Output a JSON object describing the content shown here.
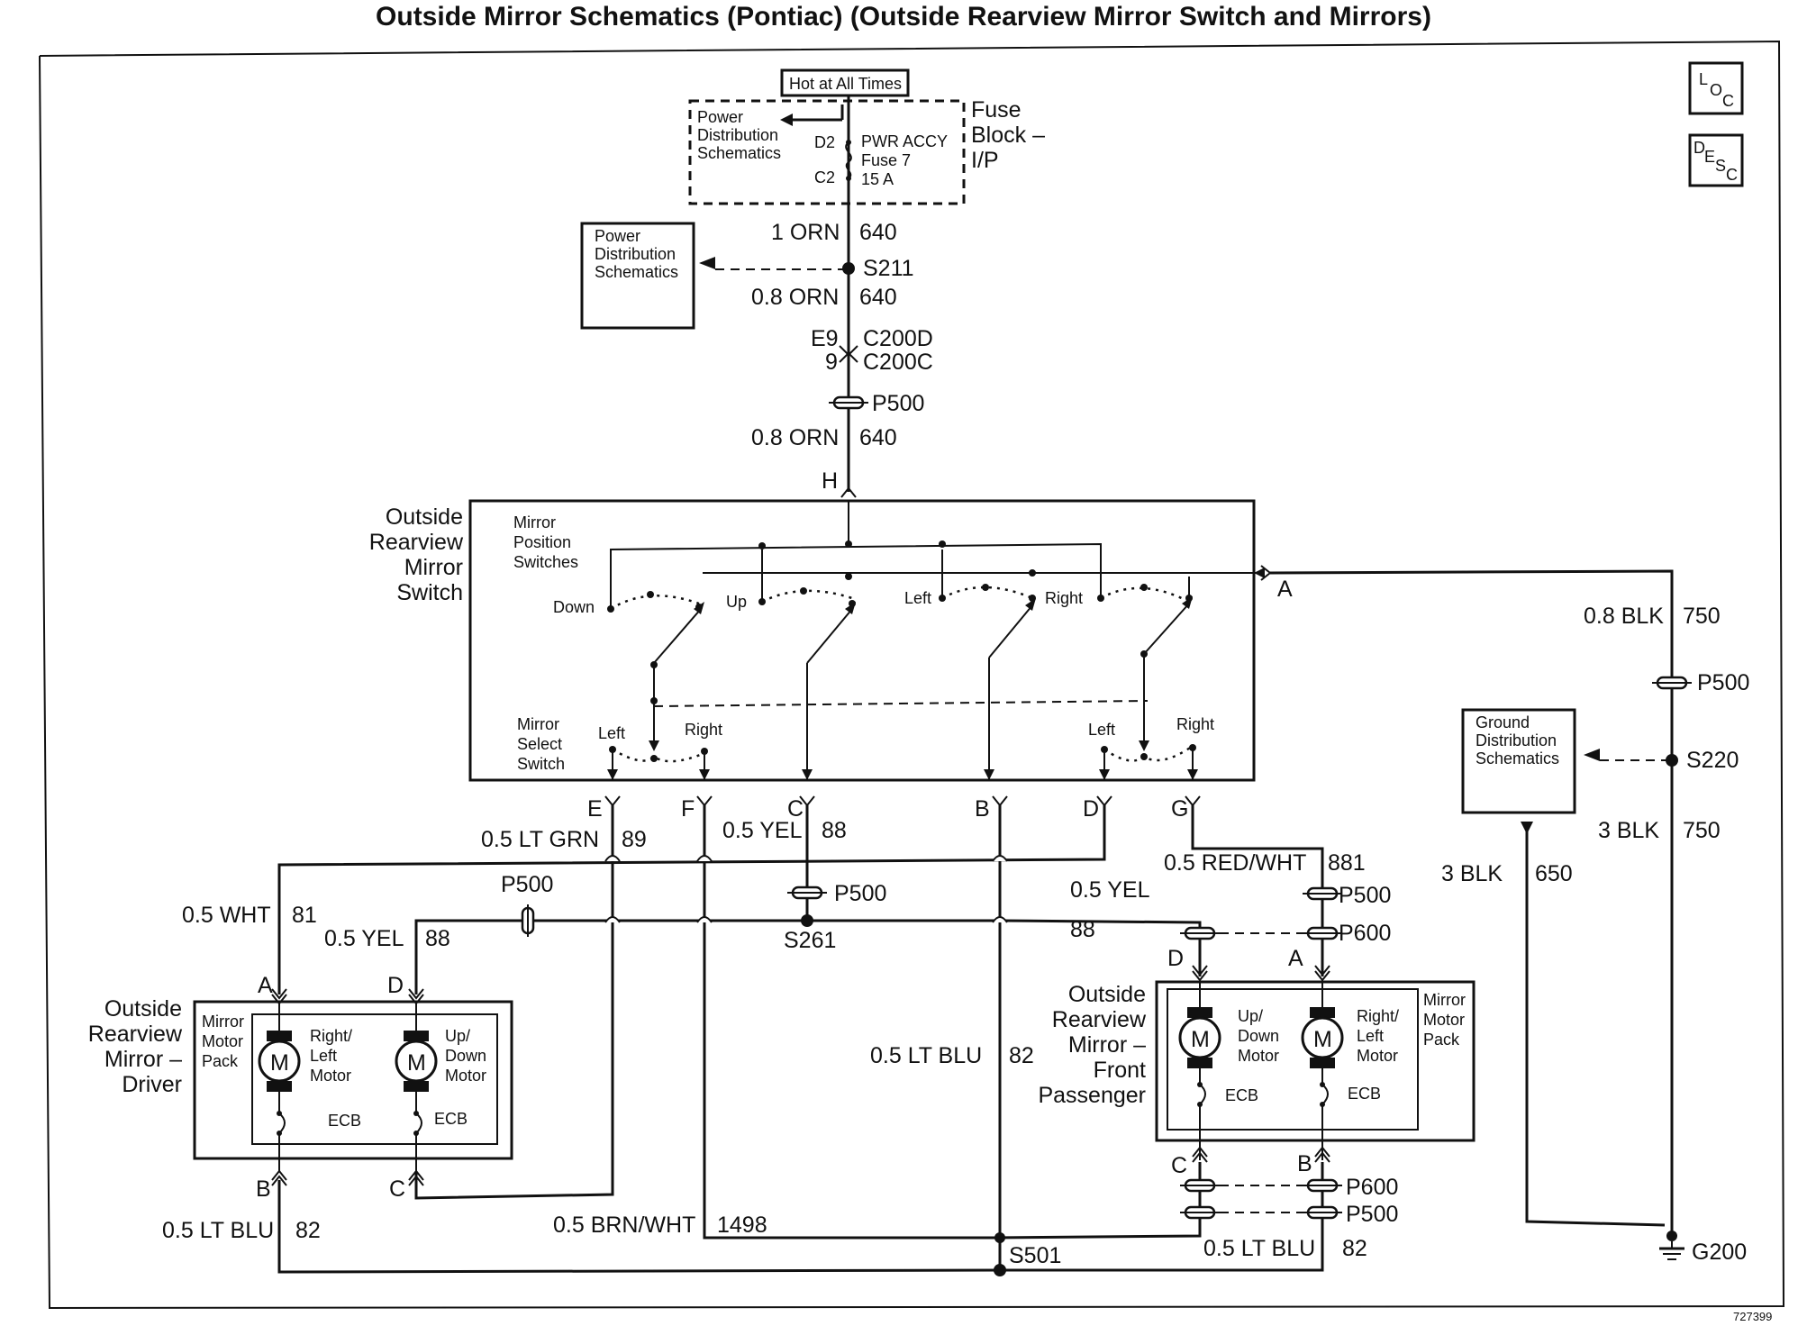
{
  "title": "Outside Mirror Schematics (Pontiac) (Outside Rearview Mirror Switch and Mirrors)",
  "corner_icons": {
    "loc": [
      "L",
      "O",
      "C"
    ],
    "desc": [
      "D",
      "E",
      "S",
      "C"
    ]
  },
  "fuse_block": {
    "hot_label": "Hot at All Times",
    "power_dist": [
      "Power",
      "Distribution",
      "Schematics"
    ],
    "pin_top": "D2",
    "pin_bottom": "C2",
    "fuse": [
      "PWR ACCY",
      "Fuse 7",
      "15 A"
    ],
    "name": [
      "Fuse",
      "Block –",
      "I/P"
    ]
  },
  "power_dist_box": [
    "Power",
    "Distribution",
    "Schematics"
  ],
  "ground_dist_box": [
    "Ground",
    "Distribution",
    "Schematics"
  ],
  "wires": {
    "w1_gauge": "1 ORN",
    "w1_circuit": "640",
    "s211": "S211",
    "w2_gauge": "0.8 ORN",
    "w2_circuit": "640",
    "c200_pin_top": "E9",
    "c200_top": "C200D",
    "c200_pin_bottom": "9",
    "c200_bottom": "C200C",
    "p500_top": "P500",
    "w3_gauge": "0.8 ORN",
    "w3_circuit": "640",
    "pin_h": "H",
    "pin_a_switch": "A",
    "blk08_gauge": "0.8 BLK",
    "blk08_circuit": "750",
    "p500_right": "P500",
    "s220": "S220",
    "blk3_gauge": "3 BLK",
    "blk3_circuit": "750",
    "blk650_gauge": "3 BLK",
    "blk650_circuit": "650",
    "g200": "G200",
    "pin_e": "E",
    "pin_f": "F",
    "pin_c": "C",
    "pin_b": "B",
    "pin_d": "D",
    "pin_g": "G",
    "grn_gauge": "0.5 LT GRN",
    "grn_circuit": "89",
    "yel_top_gauge": "0.5 YEL",
    "yel_top_circuit": "88",
    "p500_mid": "P500",
    "wht_gauge": "0.5 WHT",
    "wht_circuit": "81",
    "p500_left": "P500",
    "yel_left_gauge": "0.5 YEL",
    "yel_left_circuit": "88",
    "s261": "S261",
    "yel_right_gauge": "0.5 YEL",
    "yel_right_circuit": "88",
    "redwht_gauge": "0.5 RED/WHT",
    "redwht_circuit": "881",
    "p500_pass_top": "P500",
    "p600_pass_top": "P600",
    "pin_d_pass": "D",
    "pin_a_pass": "A",
    "blu_mid_gauge": "0.5 LT BLU",
    "blu_mid_circuit": "82",
    "pin_a_drv": "A",
    "pin_d_drv": "D",
    "pin_b_drv": "B",
    "pin_c_drv": "C",
    "blu_left_gauge": "0.5 LT BLU",
    "blu_left_circuit": "82",
    "brn_gauge": "0.5 BRN/WHT",
    "brn_circuit": "1498",
    "s501": "S501",
    "blu_right_gauge": "0.5 LT BLU",
    "blu_right_circuit": "82",
    "pin_c_pass": "C",
    "pin_b_pass": "B",
    "p600_pass_bottom": "P600",
    "p500_pass_bottom": "P500"
  },
  "switch": {
    "name": [
      "Outside",
      "Rearview",
      "Mirror",
      "Switch"
    ],
    "position_label": [
      "Mirror",
      "Position",
      "Switches"
    ],
    "select_label": [
      "Mirror",
      "Select",
      "Switch"
    ],
    "down": "Down",
    "up": "Up",
    "left": "Left",
    "right": "Right",
    "sel_left": "Left",
    "sel_right": "Right",
    "sel2_left": "Left",
    "sel2_right": "Right"
  },
  "driver_mirror": {
    "name": [
      "Outside",
      "Rearview",
      "Mirror –",
      "Driver"
    ],
    "pack": [
      "Mirror",
      "Motor",
      "Pack"
    ],
    "motor1": [
      "Right/",
      "Left",
      "Motor"
    ],
    "motor2": [
      "Up/",
      "Down",
      "Motor"
    ],
    "m": "M",
    "m2": "M",
    "ecb1": "ECB",
    "ecb2": "ECB"
  },
  "passenger_mirror": {
    "name": [
      "Outside",
      "Rearview",
      "Mirror –",
      "Front",
      "Passenger"
    ],
    "pack": [
      "Mirror",
      "Motor",
      "Pack"
    ],
    "motor1": [
      "Up/",
      "Down",
      "Motor"
    ],
    "motor2": [
      "Right/",
      "Left",
      "Motor"
    ],
    "m": "M",
    "m2": "M",
    "ecb1": "ECB",
    "ecb2": "ECB"
  },
  "doc_number": "727399"
}
